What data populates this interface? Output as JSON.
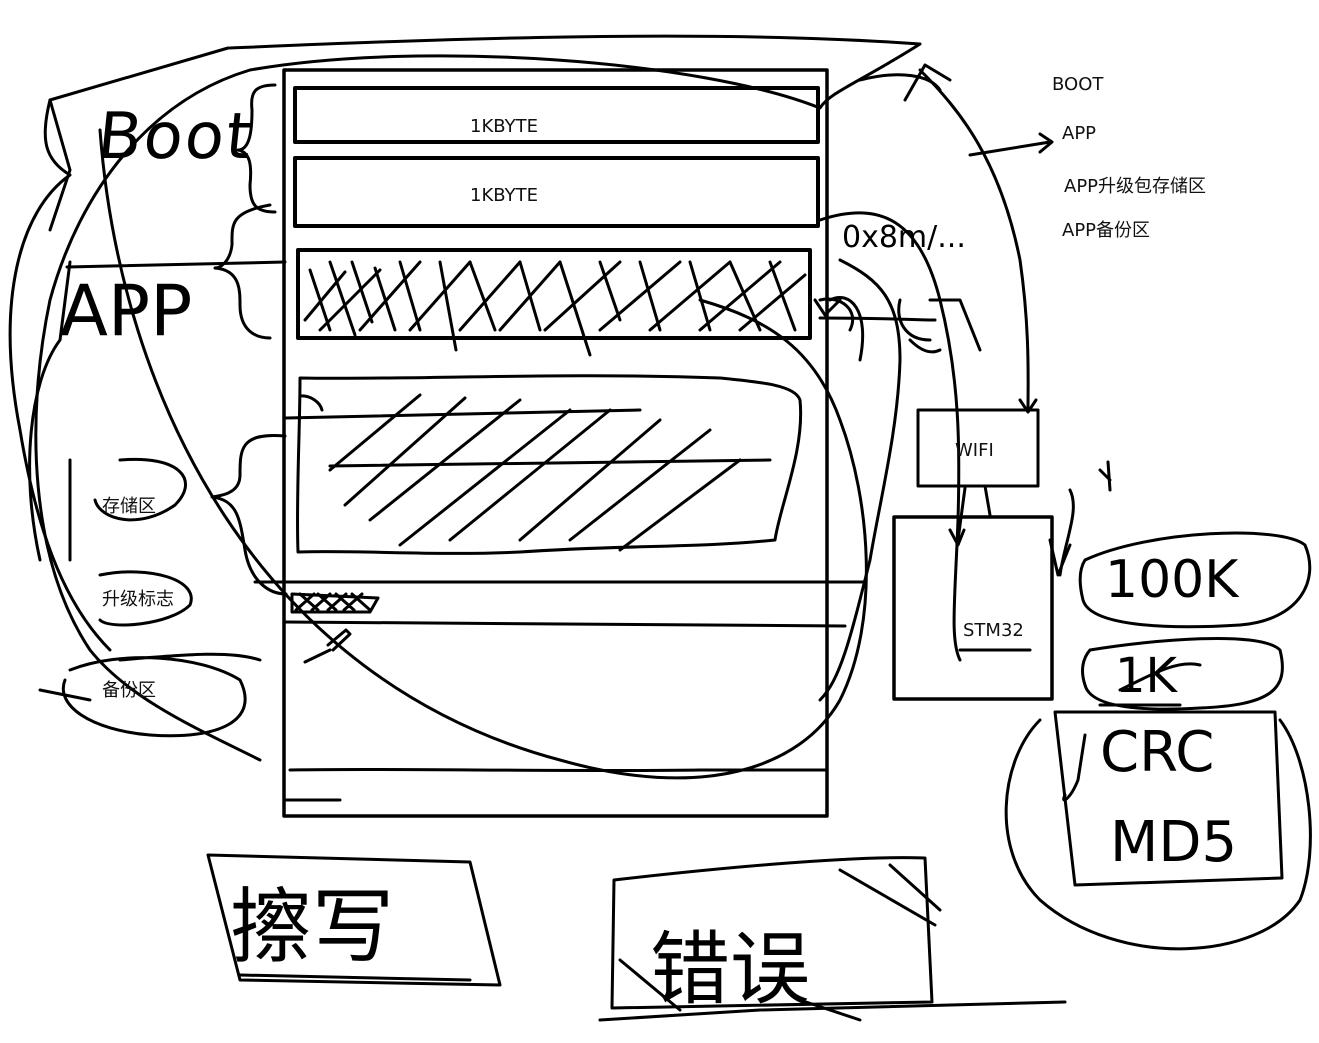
{
  "memory_blocks": {
    "block1_label": "1KBYTE",
    "block2_label": "1KBYTE"
  },
  "devices": {
    "wifi": "WIFI",
    "mcu": "STM32"
  },
  "left_labels": {
    "storage": "存储区",
    "upgrade_flag": "升级标志",
    "backup": "备份区"
  },
  "legend": {
    "items": [
      {
        "label": "BOOT"
      },
      {
        "label": "APP"
      },
      {
        "label": "APP升级包存储区"
      },
      {
        "label": "APP备份区"
      }
    ]
  },
  "handwritten": {
    "boot": "Boot",
    "app": "APP",
    "address": "0x8m/...",
    "crc": "CRC",
    "md5": "MD5",
    "size_100k": "100K",
    "size_1k": "1K",
    "jump": "擦写",
    "error": "错误"
  },
  "stroke_color": "#000000"
}
